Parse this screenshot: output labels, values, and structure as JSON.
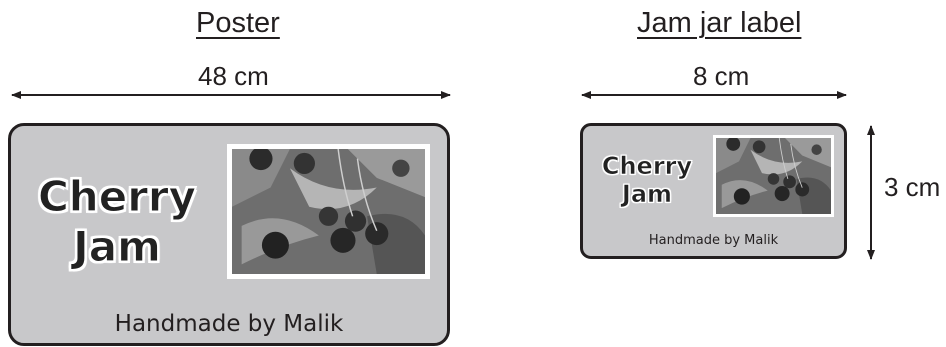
{
  "poster": {
    "heading": "Poster",
    "width_label": "48 cm",
    "title_line1": "Cherry",
    "title_line2": "Jam",
    "byline": "Handmade by Malik"
  },
  "label": {
    "heading": "Jam jar label",
    "width_label": "8 cm",
    "height_label": "3 cm",
    "title_line1": "Cherry",
    "title_line2": "Jam",
    "byline": "Handmade by Malik"
  },
  "colors": {
    "card_fill": "#c8c8ca",
    "outline": "#231f20",
    "title_outline": "#ffffff"
  },
  "images": {
    "poster_photo": "cherries-photo",
    "label_photo": "cherries-photo"
  }
}
